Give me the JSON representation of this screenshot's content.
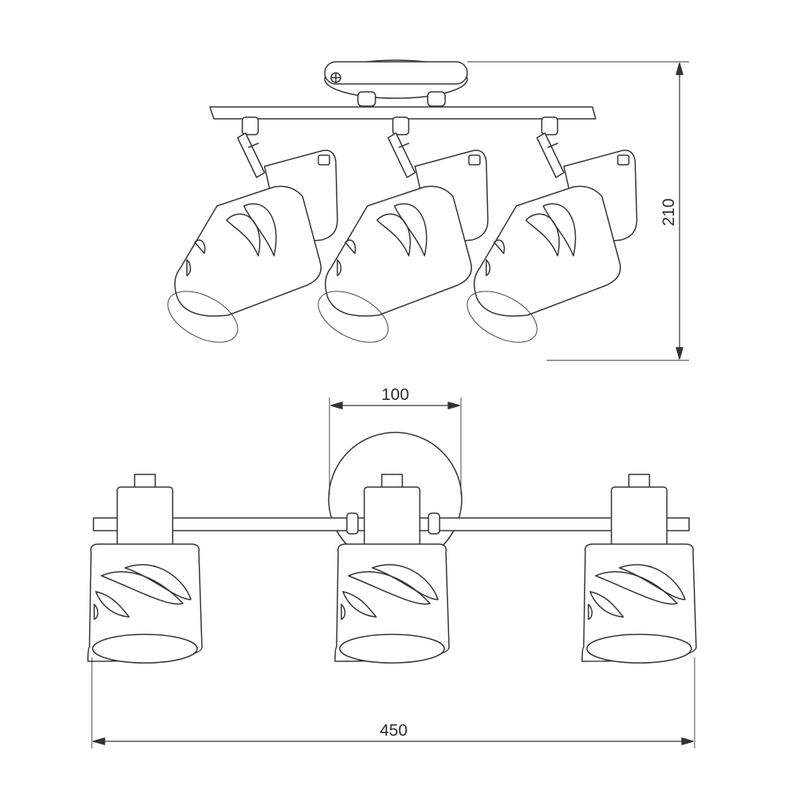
{
  "dimensions": {
    "height_label": "210",
    "mount_width_label": "100",
    "total_width_label": "450"
  },
  "colors": {
    "line": "#333333",
    "background": "#ffffff"
  }
}
